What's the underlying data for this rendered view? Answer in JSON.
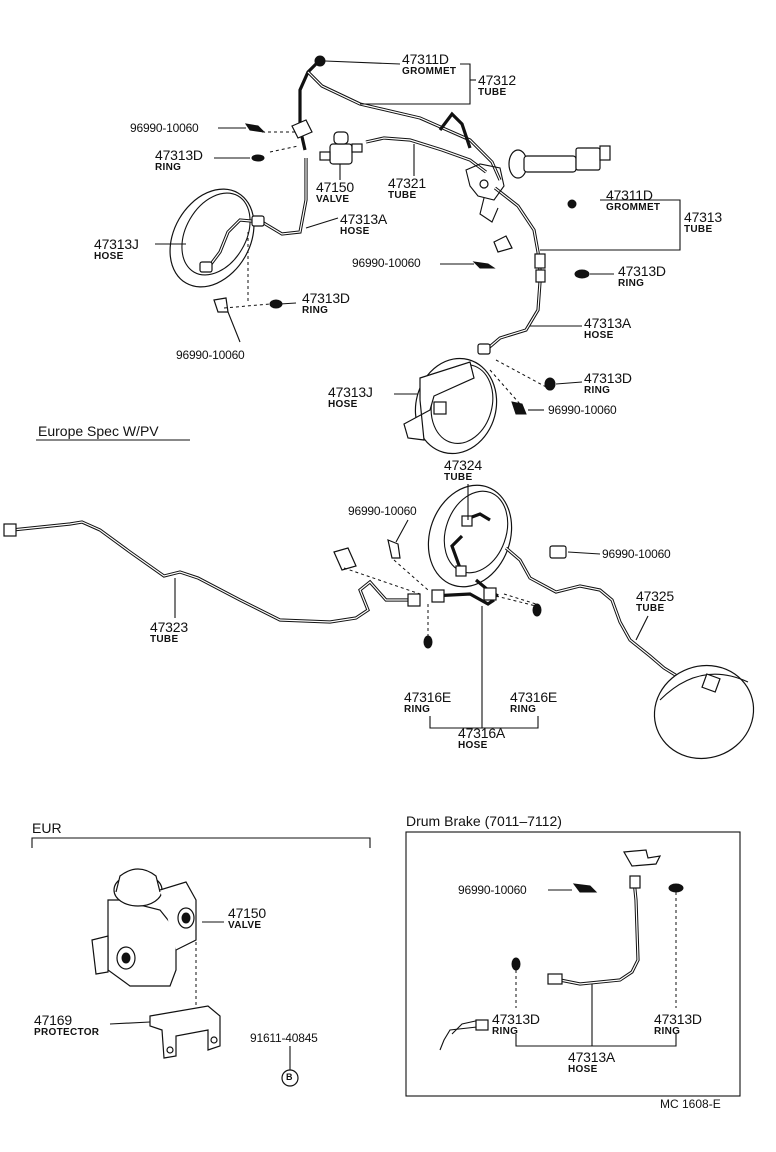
{
  "parts": {
    "p47311D_top": {
      "number": "47311D",
      "name": "GROMMET"
    },
    "p47312": {
      "number": "47312",
      "name": "TUBE"
    },
    "p96990_a": {
      "number": "96990-10060"
    },
    "p47313D_a": {
      "number": "47313D",
      "name": "RING"
    },
    "p47150_a": {
      "number": "47150",
      "name": "VALVE"
    },
    "p47321": {
      "number": "47321",
      "name": "TUBE"
    },
    "p47311D_b": {
      "number": "47311D",
      "name": "GROMMET"
    },
    "p47313": {
      "number": "47313",
      "name": "TUBE"
    },
    "p47313A_a": {
      "number": "47313A",
      "name": "HOSE"
    },
    "p47313J_a": {
      "number": "47313J",
      "name": "HOSE"
    },
    "p96990_b": {
      "number": "96990-10060"
    },
    "p47313D_b": {
      "number": "47313D",
      "name": "RING"
    },
    "p47313D_c": {
      "number": "47313D",
      "name": "RING"
    },
    "p96990_c": {
      "number": "96990-10060"
    },
    "p47313A_b": {
      "number": "47313A",
      "name": "HOSE"
    },
    "p47313J_b": {
      "number": "47313J",
      "name": "HOSE"
    },
    "p47313D_d": {
      "number": "47313D",
      "name": "RING"
    },
    "p96990_d": {
      "number": "96990-10060"
    },
    "p47324": {
      "number": "47324",
      "name": "TUBE"
    },
    "p96990_e": {
      "number": "96990-10060"
    },
    "p96990_f": {
      "number": "96990-10060"
    },
    "p47323": {
      "number": "47323",
      "name": "TUBE"
    },
    "p47325": {
      "number": "47325",
      "name": "TUBE"
    },
    "p47316E_a": {
      "number": "47316E",
      "name": "RING"
    },
    "p47316E_b": {
      "number": "47316E",
      "name": "RING"
    },
    "p47316A": {
      "number": "47316A",
      "name": "HOSE"
    },
    "p47150_b": {
      "number": "47150",
      "name": "VALVE"
    },
    "p47169": {
      "number": "47169",
      "name": "PROTECTOR"
    },
    "p91611": {
      "number": "91611-40845"
    },
    "p96990_g": {
      "number": "96990-10060"
    },
    "p47313D_e": {
      "number": "47313D",
      "name": "RING"
    },
    "p47313D_f": {
      "number": "47313D",
      "name": "RING"
    },
    "p47313A_c": {
      "number": "47313A",
      "name": "HOSE"
    }
  },
  "sections": {
    "europe_spec": "Europe Spec W/PV",
    "eur": "EUR",
    "drum_brake": "Drum Brake (7011–7112)"
  },
  "bolt_marker": "B",
  "drawing_code": "MC 1608-E"
}
